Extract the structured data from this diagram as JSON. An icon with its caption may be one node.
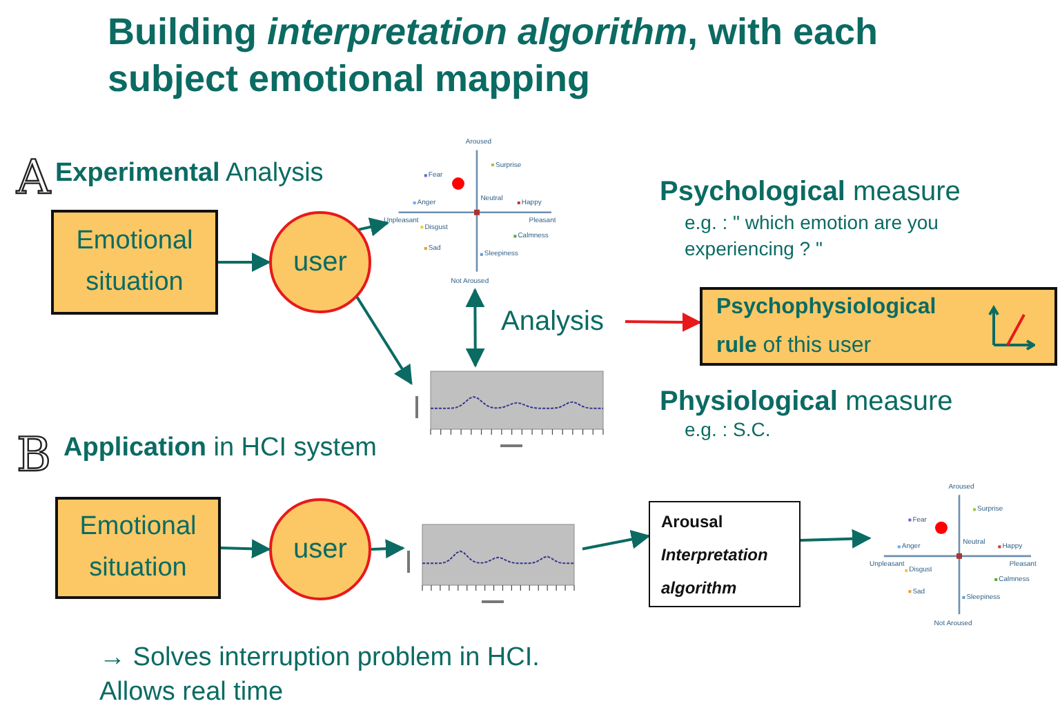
{
  "diagram": {
    "title": "Building *interpretation algorithm*, with each subject emotional mapping",
    "nodes": [
      {
        "text": [
          "Emotional situation"
        ]
      },
      {
        "text": [
          "user"
        ]
      },
      {
        "text": [
          "Aroused",
          "Surprise",
          "Fear",
          "Anger",
          "Neutral",
          "Happy",
          "Unpleasant",
          "Pleasant",
          "Disgust",
          "Calmness",
          "Sad",
          "Sleepiness",
          "Not Aroused"
        ]
      },
      {
        "text": [],
        "shape": "picture"
      },
      {
        "text": [
          "Analysis"
        ]
      },
      {
        "text": [
          "**Psychophysiological rule** of this user"
        ]
      },
      {
        "text": [
          "Emotional situation"
        ]
      },
      {
        "text": [
          "user"
        ]
      },
      {
        "text": [],
        "shape": "picture"
      },
      {
        "text": [
          "Arousal *Interpretation algorithm*"
        ]
      },
      {
        "text": [
          "Aroused",
          "Surprise",
          "Fear",
          "Anger",
          "Neutral",
          "Happy",
          "Unpleasant",
          "Pleasant",
          "Disgust",
          "Calmness",
          "Sad",
          "Sleepiness",
          "Not Aroused"
        ]
      }
    ],
    "edges": [
      {
        "from": 0,
        "to": 1,
        "arrow": "to"
      },
      {
        "from": 1,
        "to": 2,
        "arrow": "to"
      },
      {
        "from": 1,
        "to": 3,
        "arrow": "to"
      },
      {
        "from": 2,
        "to": 3,
        "arrow": "both"
      },
      {
        "from": 4,
        "to": 5,
        "arrow": "to",
        "color": "#e8191b"
      },
      {
        "from": 6,
        "to": 7,
        "arrow": "to"
      },
      {
        "from": 7,
        "to": 8,
        "arrow": "to"
      },
      {
        "from": 8,
        "to": 9,
        "arrow": "to"
      },
      {
        "from": 9,
        "to": 10,
        "arrow": "to"
      }
    ],
    "labels": [
      "A",
      "**Experimental** Analysis",
      "**Psychological** measure",
      "e.g. : \"  which emotion are you experiencing ?   \"",
      "**Physiological** measure",
      "e.g. : S.C.",
      "B",
      "**Application** in HCI system",
      "→ Solves interruption problem in HCI. Allows real time"
    ]
  }
}
